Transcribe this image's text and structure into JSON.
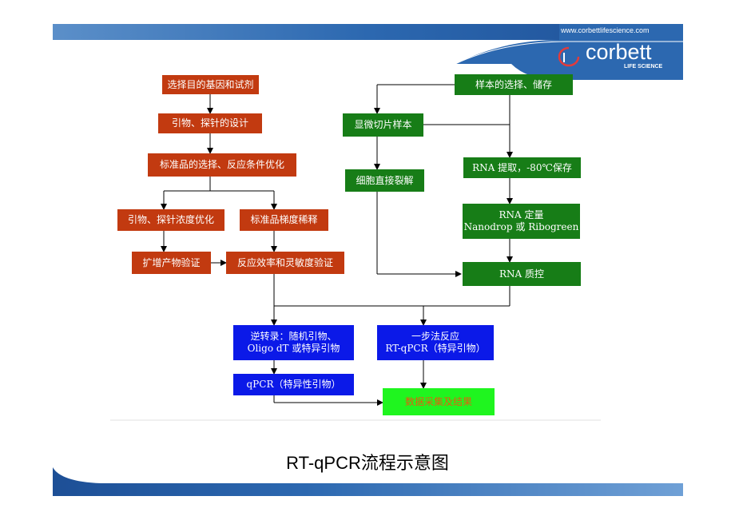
{
  "header": {
    "website": "www.corbettlifescience.com",
    "logo_name": "corbett",
    "logo_sub": "LIFE SCIENCE"
  },
  "flow": {
    "select_gene": "选择目的基因和试剂",
    "primer_design": "引物、探针的设计",
    "standard_optimize": "标准品的选择、反应条件优化",
    "primer_concentration": "引物、探针浓度优化",
    "standard_dilution": "标准品梯度稀释",
    "amplicon_verify": "扩增产物验证",
    "efficiency_sensitivity": "反应效率和灵敏度验证",
    "sample_storage": "样本的选择、储存",
    "microsection": "显微切片样本",
    "direct_lysis": "细胞直接裂解",
    "rna_extract": "RNA 提取，-80℃保存",
    "rna_quant_line1": "RNA 定量",
    "rna_quant_line2": "Nanodrop 或 Ribogreen",
    "rna_qc": "RNA 质控",
    "rt_line1": "逆转录：随机引物、",
    "rt_line2": "Oligo dT 或特异引物",
    "onestep_line1": "一步法反应",
    "onestep_line2": "RT-qPCR（特异引物）",
    "qpcr": "qPCR（特异性引物）",
    "data_collect": "数据采集及结果"
  },
  "caption": "RT-qPCR流程示意图",
  "colors": {
    "bar": "#2c68b0",
    "red_box": "#c23a10",
    "green_box": "#177d17",
    "blue_box": "#0b19e8",
    "lime_box": "#1ff51f"
  }
}
